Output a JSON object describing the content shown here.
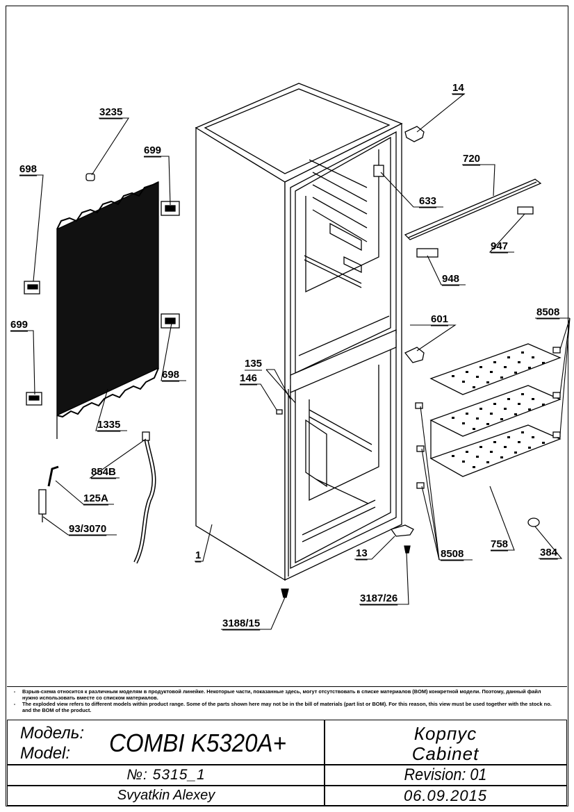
{
  "callouts": [
    {
      "id": "c-3235",
      "text": "3235"
    },
    {
      "id": "c-699a",
      "text": "699"
    },
    {
      "id": "c-698a",
      "text": "698"
    },
    {
      "id": "c-699b",
      "text": "699"
    },
    {
      "id": "c-698b",
      "text": "698"
    },
    {
      "id": "c-1335",
      "text": "1335"
    },
    {
      "id": "c-854b",
      "text": "854B"
    },
    {
      "id": "c-125a",
      "text": "125A"
    },
    {
      "id": "c-93",
      "text": "93/3070"
    },
    {
      "id": "c-1",
      "text": "1"
    },
    {
      "id": "c-135",
      "text": "135"
    },
    {
      "id": "c-146",
      "text": "146"
    },
    {
      "id": "c-14",
      "text": "14"
    },
    {
      "id": "c-720",
      "text": "720"
    },
    {
      "id": "c-633",
      "text": "633"
    },
    {
      "id": "c-947",
      "text": "947"
    },
    {
      "id": "c-948",
      "text": "948"
    },
    {
      "id": "c-601",
      "text": "601"
    },
    {
      "id": "c-8508a",
      "text": "8508"
    },
    {
      "id": "c-8508b",
      "text": "8508"
    },
    {
      "id": "c-758",
      "text": "758"
    },
    {
      "id": "c-384",
      "text": "384"
    },
    {
      "id": "c-13",
      "text": "13"
    },
    {
      "id": "c-3187",
      "text": "3187/26"
    },
    {
      "id": "c-3188",
      "text": "3188/15"
    }
  ],
  "notes": {
    "dash": "-",
    "ru": "Взрыв-схема относится к различным моделям в продуктовой линейке. Некоторые части, показанные здесь, могут отсутствовать в списке материалов (BOM) конкретной модели. Поэтому, данный файл нужно использовать вместе со списком материалов.",
    "en": "The exploded view refers to different models within product range. Some of the parts shown here may not be in the bill of materials (part list or BOM). For this reason, this view must be used together with the stock no. and the BOM of the product."
  },
  "titleblock": {
    "model_label_ru": "Модель:",
    "model_label_en": "Model:",
    "model_value": "COMBI K5320A+",
    "part_ru": "Корпус",
    "part_en": "Cabinet",
    "number": "№: 5315_1",
    "revision": "Revision: 01",
    "author": "Svyatkin Alexey",
    "date": "06.09.2015"
  }
}
